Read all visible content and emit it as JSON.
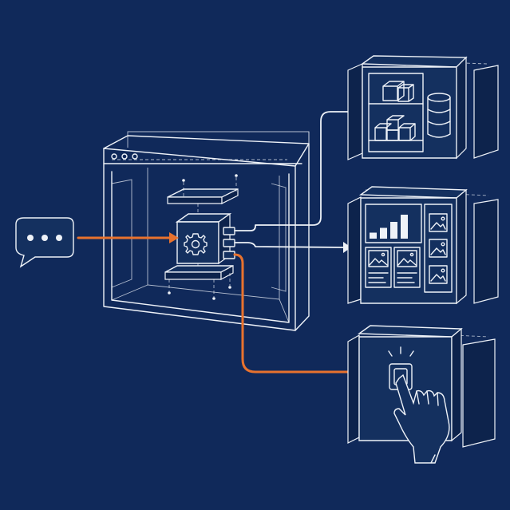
{
  "colors": {
    "background": "#10295a",
    "line": "#eef2f8",
    "panel": "#14305f",
    "panel_dark": "#0d234c",
    "accent": "#e8722e"
  },
  "icons": {
    "chat": "chat-bubble-ellipsis-icon",
    "processor": "gear-icon",
    "storage": "boxes-and-database-icon",
    "dashboard": "bar-chart-and-images-icon",
    "action": "hand-pressing-button-icon"
  },
  "bar_chart": {
    "values": [
      0.25,
      0.45,
      0.7,
      1.0
    ]
  }
}
